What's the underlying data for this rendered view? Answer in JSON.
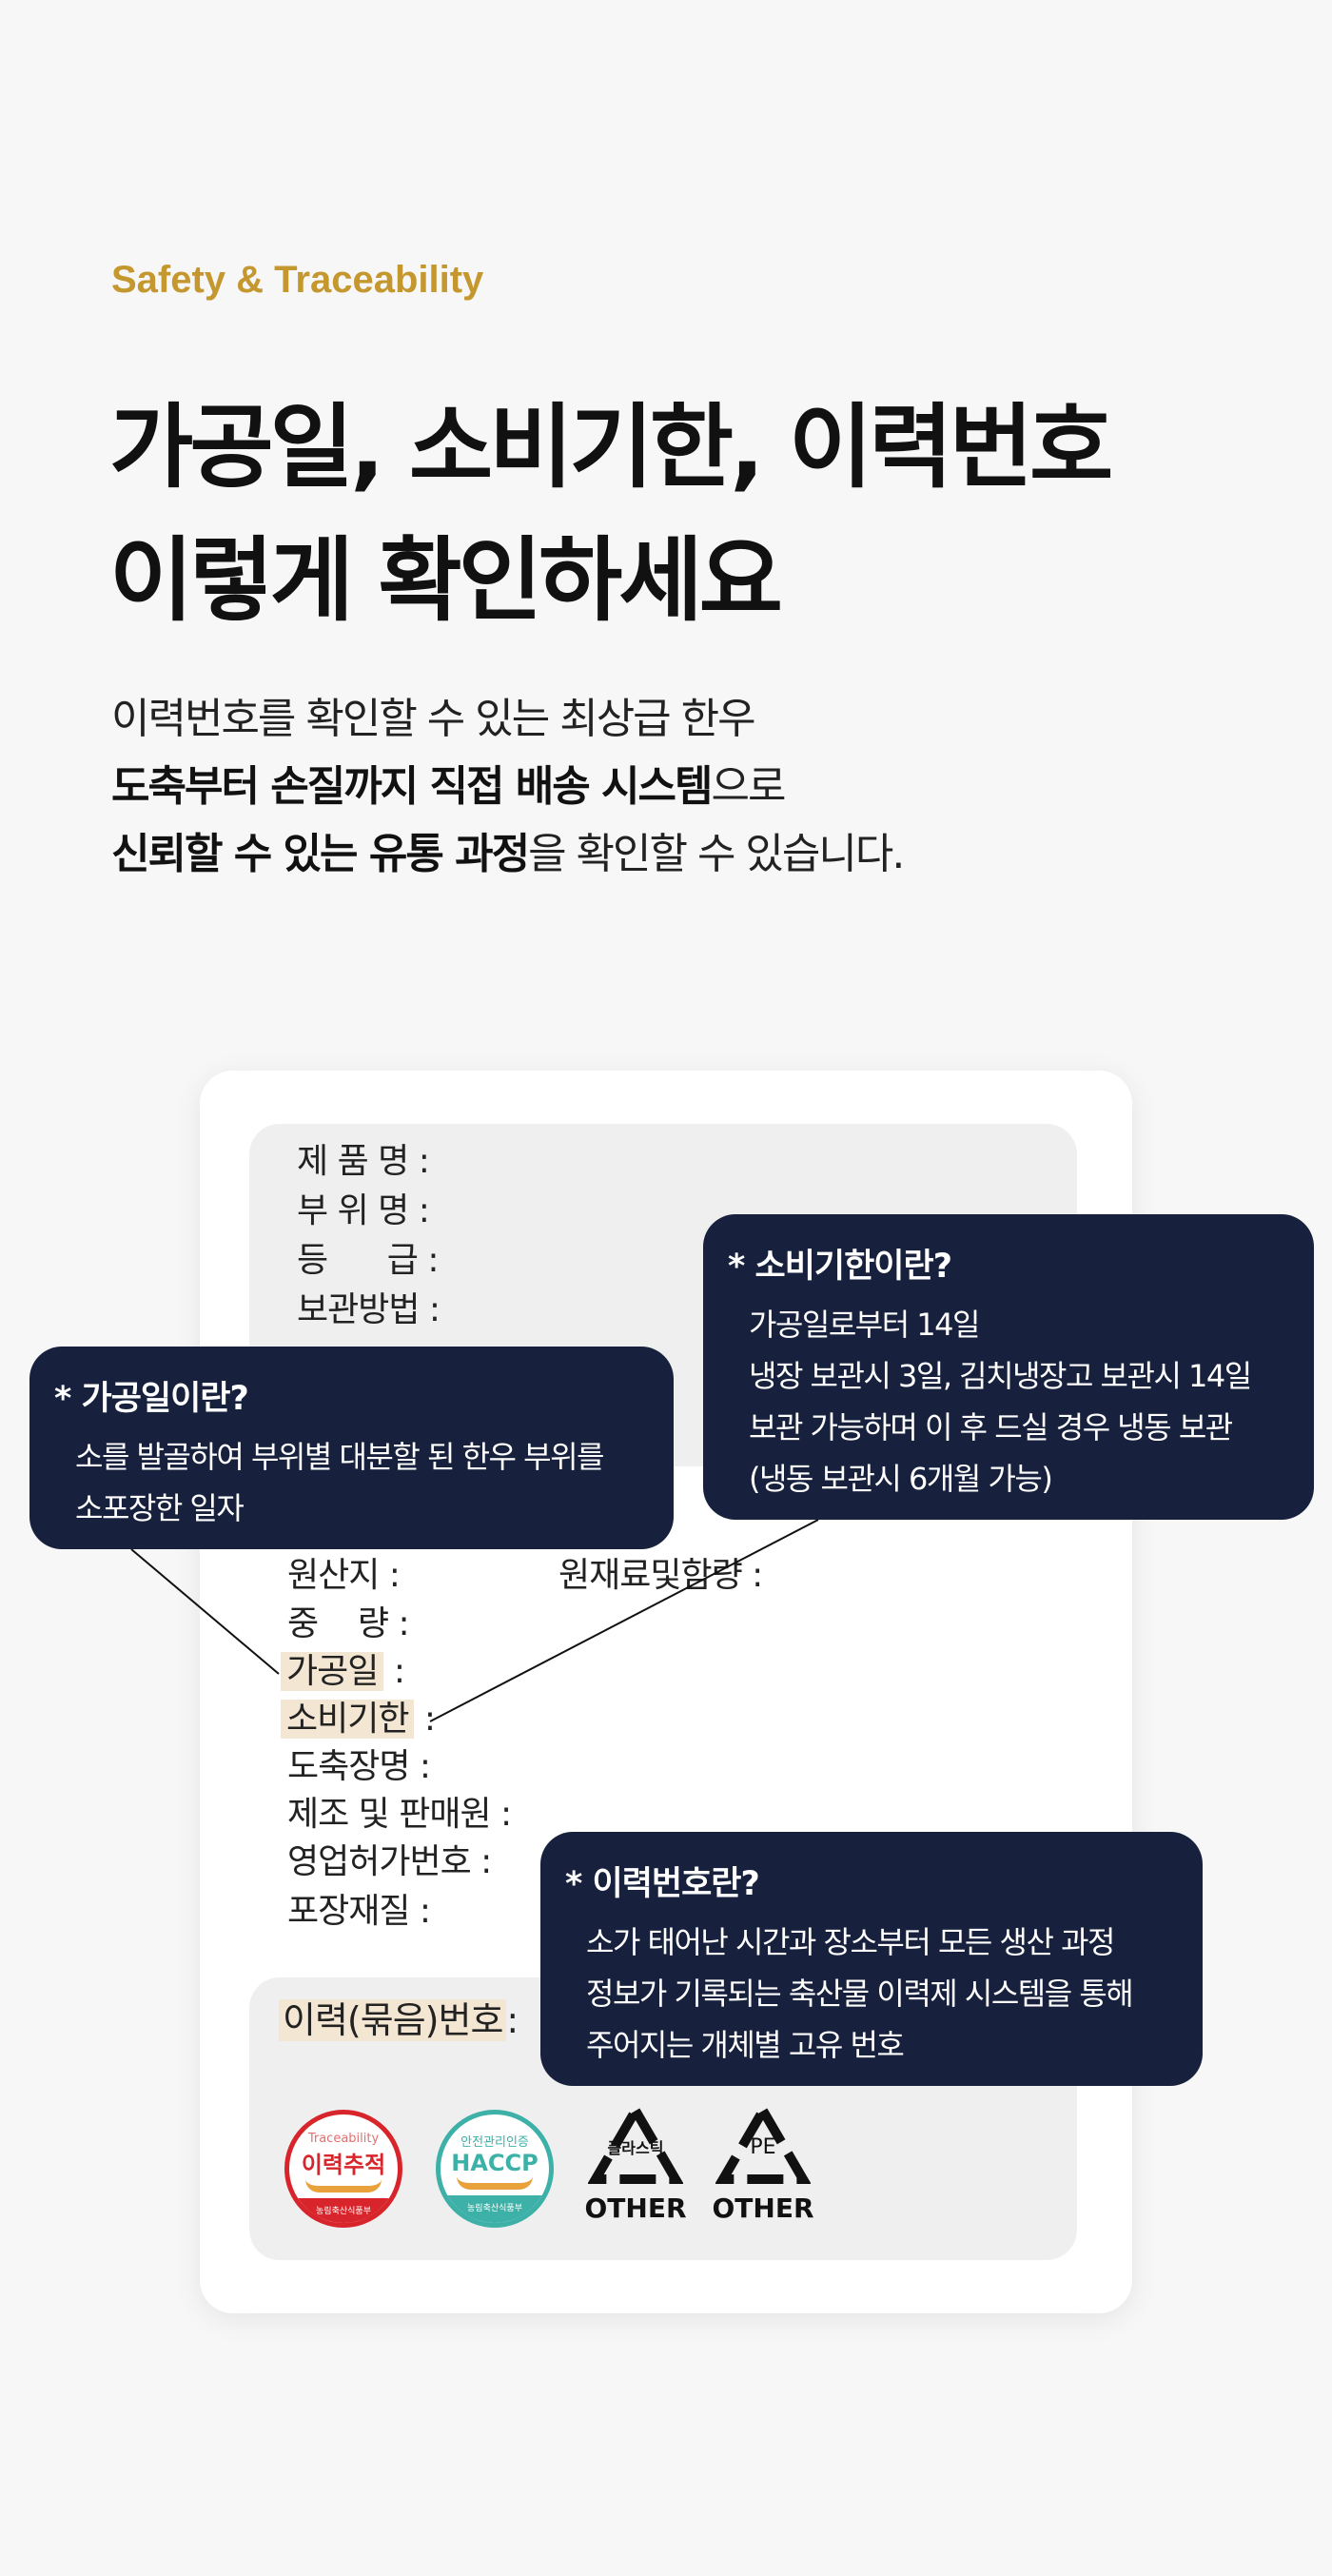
{
  "eyebrow": "Safety & Traceability",
  "title": {
    "line1": "가공일, 소비기한, 이력번호",
    "line2": "이렇게 확인하세요"
  },
  "subtitle": {
    "line1": "이력번호를 확인할 수 있는 최상급 한우",
    "line2_bold": "도축부터 손질까지 직접 배송 시스템",
    "line2_rest": "으로",
    "line3_bold": "신뢰할 수 있는 유통 과정",
    "line3_rest": "을 확인할 수 있습니다."
  },
  "label": {
    "product_name": "제 품 명 :",
    "part_name": "부 위 명 :",
    "grade": "등      급 :",
    "storage": "보관방법 :",
    "origin": "원산지 :",
    "ingredients": "원재료및함량 :",
    "weight": "중    량 :",
    "processing_date": "가공일",
    "expiry": "소비기한",
    "colon": " :",
    "slaughterhouse": "도축장명 :",
    "manufacturer": "제조 및 판매원 :",
    "license": "영업허가번호 :",
    "packaging": "포장재질 :",
    "trace_number": "이력(묶음)번호",
    "trace_colon": ":"
  },
  "tips": {
    "processing": {
      "title": "* 가공일이란?",
      "lines": [
        "소를 발골하여 부위별 대분할 된 한우 부위를",
        "소포장한 일자"
      ]
    },
    "expiry": {
      "title": "* 소비기한이란?",
      "lines": [
        "가공일로부터 14일",
        "냉장 보관시 3일, 김치냉장고 보관시 14일",
        "보관 가능하며 이 후 드실 경우 냉동 보관",
        "(냉동 보관시 6개월 가능)"
      ]
    },
    "trace": {
      "title": "* 이력번호란?",
      "lines": [
        "소가 태어난 시간과 장소부터 모든 생산 과정",
        "정보가 기록되는 축산물 이력제 시스템을 통해",
        "주어지는 개체별 고유 번호"
      ]
    }
  },
  "badges": {
    "trace": {
      "top": "Traceability",
      "main": "이력추적",
      "bottom": "농림축산식품부"
    },
    "haccp": {
      "top": "안전관리인증",
      "main": "HACCP",
      "bottom": "농림축산식품부"
    },
    "plastic": {
      "inner": "플라스틱",
      "label": "OTHER"
    },
    "pe": {
      "inner": "PE",
      "label": "OTHER"
    }
  },
  "colors": {
    "accent": "#c4972f",
    "tooltip": "#17213d",
    "highlight": "#f3e6d3"
  }
}
